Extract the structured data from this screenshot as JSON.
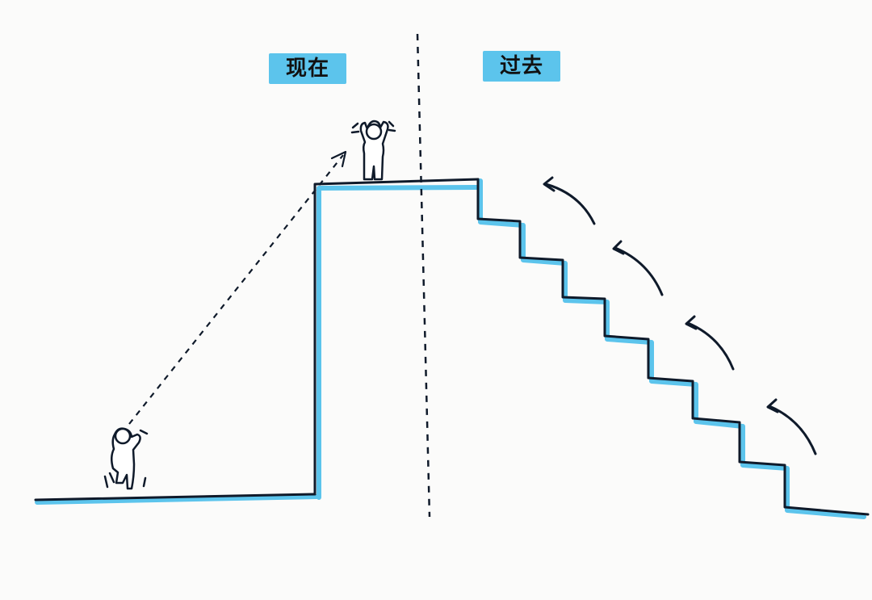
{
  "labels": {
    "now": "现在",
    "past": "过去"
  },
  "colors": {
    "accent_blue": "#5cc4ec",
    "ink": "#0f1a2a",
    "label_bg": "#5cc4ec"
  },
  "icons": {
    "figure_bottom": "stick-figure-jumping",
    "figure_top": "stick-figure-cheering"
  }
}
